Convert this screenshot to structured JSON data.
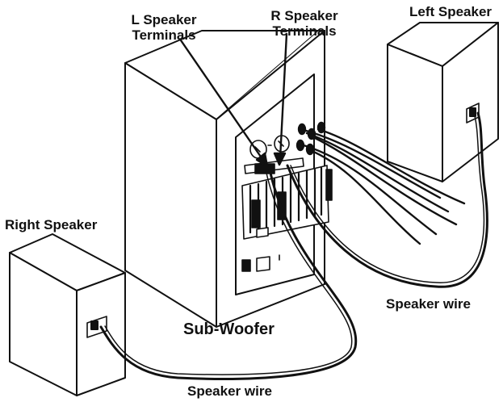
{
  "labels": {
    "l_speaker_terminals_line1": "L Speaker",
    "l_speaker_terminals_line2": "Terminals",
    "r_speaker_terminals_line1": "R Speaker",
    "r_speaker_terminals_line2": "Terminals",
    "left_speaker": "Left Speaker",
    "right_speaker": "Right Speaker",
    "sub_woofer": "Sub-Woofer",
    "speaker_wire_right": "Speaker wire",
    "speaker_wire_bottom": "Speaker wire"
  },
  "colors": {
    "line": "#111111",
    "background": "#ffffff"
  }
}
